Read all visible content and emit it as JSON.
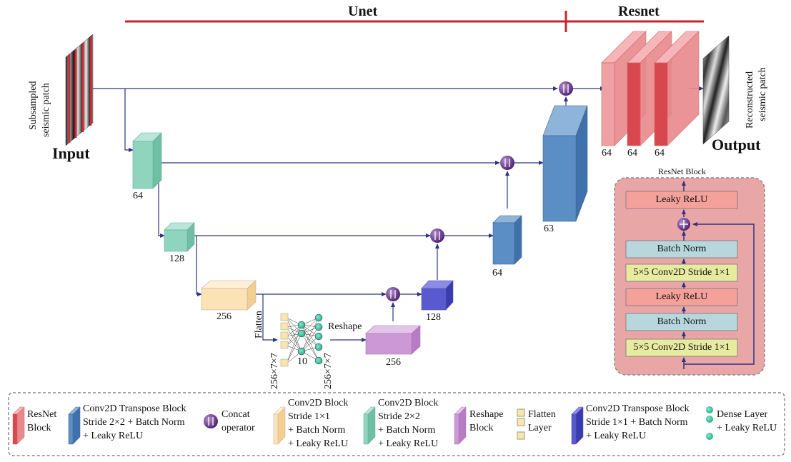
{
  "header": {
    "unet_label": "Unet",
    "resnet_label": "Resnet"
  },
  "input": {
    "side_label_line1": "Subsampled",
    "side_label_line2": "seismic patch",
    "title": "Input"
  },
  "output": {
    "side_label_line1": "Reconstructed",
    "side_label_line2": "seismic patch",
    "title": "Output"
  },
  "encoder": {
    "block1_label": "64",
    "block2_label": "128",
    "block3_label": "256"
  },
  "bottleneck": {
    "flatten_label": "Flatten",
    "flatten_dims": "256×7×7",
    "dense_units": "10",
    "reshape_label": "Reshape",
    "reshape_dims": "256×7×7"
  },
  "decoder": {
    "reshape_block_label": "256",
    "block_128_label": "128",
    "block_64_label": "64",
    "block_63_label": "63"
  },
  "resnet_stack": {
    "labels": [
      "64",
      "64",
      "64"
    ]
  },
  "resnet_block": {
    "title": "ResNet Block",
    "layers": [
      "Leaky ReLU",
      "Batch Norm",
      "5×5 Conv2D Stride 1×1",
      "Leaky ReLU",
      "Batch Norm",
      "5×5 Conv2D Stride 1×1"
    ]
  },
  "legend": {
    "resnet": [
      "ResNet",
      "Block"
    ],
    "conv_transpose_s2": [
      "Conv2D Transpose Block",
      "Stride 2×2 + Batch Norm",
      "+ Leaky ReLU"
    ],
    "concat": [
      "Concat",
      "operator"
    ],
    "conv_s1": [
      "Conv2D Block",
      "Stride 1×1",
      "+ Batch Norm",
      "+ Leaky ReLU"
    ],
    "conv_s2": [
      "Conv2D Block",
      "Stride 2×2",
      "+ Batch Norm",
      "+ Leaky ReLU"
    ],
    "reshape": [
      "Reshape",
      "Block"
    ],
    "flatten": [
      "Flatten",
      "Layer"
    ],
    "conv_transpose_s1": [
      "Conv2D Transpose Block",
      "Stride 1×1 + Batch Norm",
      "+ Leaky ReLU"
    ],
    "dense": [
      "Dense Layer",
      "+ Leaky ReLU"
    ]
  },
  "colors": {
    "resnet": "#e8898c",
    "resnet_dark": "#d9474e",
    "conv_transpose_s2": "#5b8ec4",
    "conv_transpose_s1": "#5a5ad0",
    "conv_s1": "#fbe3b6",
    "conv_s2": "#8fd5bd",
    "reshape": "#cc99d6",
    "concat": "#6a2f8f",
    "arrow": "#2c3480",
    "header_line": "#c0272d",
    "leaky_relu": "#f4a19a",
    "batch_norm": "#b7d7dc",
    "conv_layer": "#e6eba0"
  }
}
